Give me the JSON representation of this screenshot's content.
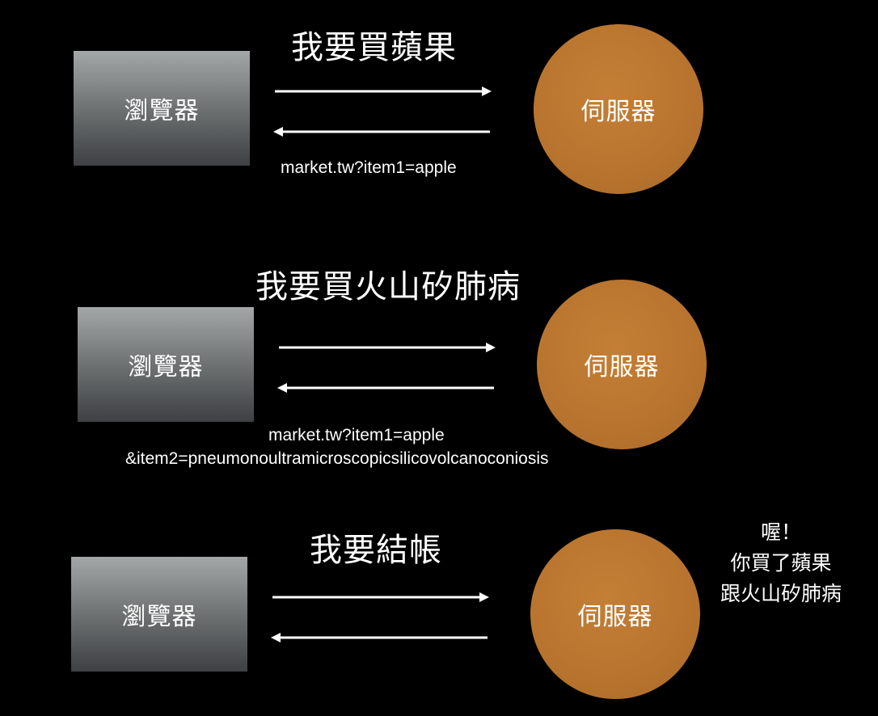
{
  "colors": {
    "background": "#000000",
    "server": "#b8742e",
    "box_top": "#a3a7a7",
    "box_bottom": "#3e4043",
    "text": "#ffffff"
  },
  "steps": [
    {
      "title": "我要買蘋果",
      "browser_label": "瀏覽器",
      "server_label": "伺服器",
      "url_lines": [
        "market.tw?item1=apple"
      ]
    },
    {
      "title": "我要買火山矽肺病",
      "browser_label": "瀏覽器",
      "server_label": "伺服器",
      "url_lines": [
        "market.tw?item1=apple",
        "&item2=pneumonoultramicroscopicsilicovolcanoconiosis"
      ]
    },
    {
      "title": "我要結帳",
      "browser_label": "瀏覽器",
      "server_label": "伺服器",
      "server_note": [
        "喔！",
        "你買了蘋果",
        "跟火山矽肺病"
      ]
    }
  ]
}
